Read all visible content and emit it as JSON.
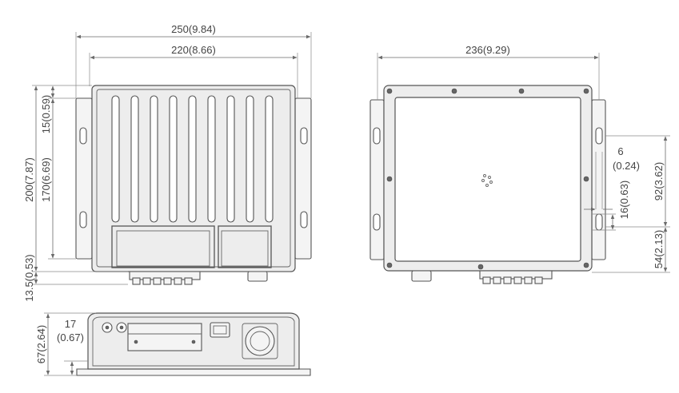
{
  "dimensions": {
    "top_width_overall": "250(9.84)",
    "top_width_inner": "220(8.66)",
    "right_width": "236(9.29)",
    "height_total": "200(7.87)",
    "height_mount": "170(6.69)",
    "height_top_offset": "15(0.59)",
    "height_bottom_offset": "13.5(0.53)",
    "right_hole_spacing": "92(3.62)",
    "right_bottom_offset": "54(2.13)",
    "hole_diameter": "6",
    "hole_diameter_in": "(0.24)",
    "slot_length": "16(0.63)",
    "front_height": "67(2.64)",
    "front_foot": "17",
    "front_foot_in": "(0.67)"
  }
}
